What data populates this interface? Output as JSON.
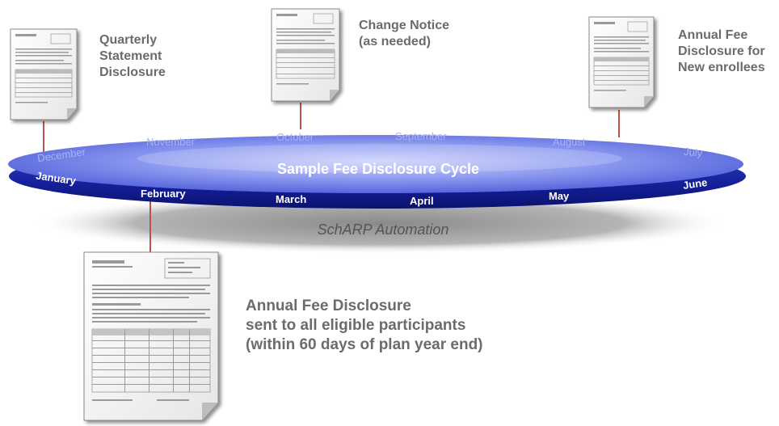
{
  "diagram": {
    "title": "Sample Fee Disclosure Cycle",
    "subtitle": "SchARP Automation",
    "months_front": [
      "January",
      "February",
      "March",
      "April",
      "May",
      "June"
    ],
    "months_back": [
      "December",
      "November",
      "October",
      "September",
      "August",
      "July"
    ],
    "colors": {
      "ellipse_top": "#6f7fe8",
      "ellipse_band": "#16209a",
      "marker": "#c0504d",
      "label": "#6b6b6b",
      "back_month": "#a9b3ef"
    }
  },
  "documents": [
    {
      "id": "quarterly",
      "label": "Quarterly\nStatement\nDisclosure"
    },
    {
      "id": "change",
      "label": "Change Notice\n(as needed)"
    },
    {
      "id": "annual-new",
      "label": "Annual Fee\nDisclosure for\nNew enrollees"
    },
    {
      "id": "annual-all",
      "label": "Annual Fee Disclosure\nsent to all eligible participants\n(within 60 days of plan year end)"
    }
  ]
}
